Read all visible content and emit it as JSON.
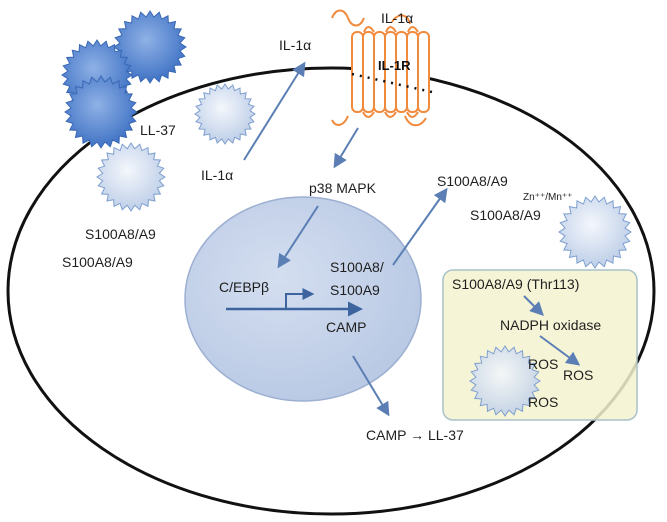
{
  "colors": {
    "membrane": "#111111",
    "nucleus_fill": "#c7d4ea",
    "nucleus_stroke": "#9db0d2",
    "box_fill": "#f3f2cf",
    "box_stroke": "#a9c2c9",
    "arrow": "#5b7fb4",
    "receptor": "#f08a3c",
    "protein_dark": "#4f7fcc",
    "protein_light": "#dbe4f2",
    "protein_stroke": "#7f9fcf"
  },
  "labels": {
    "il1a_top_receptor": "IL-1α",
    "il1r": "IL-1R",
    "il1a_outside": "IL-1α",
    "il1a_inside": "IL-1α",
    "ll37_outside": "LL-37",
    "s100_outside_1": "S100A8/A9",
    "s100_outside_2": "S100A8/A9",
    "p38": "p38 MAPK",
    "cebpb": "C/EBPβ",
    "s100_gene_1": "S100A8/",
    "s100_gene_2": "S100A9",
    "camp_gene": "CAMP",
    "s100_secreted_1": "S100A8/A9",
    "zn_mn": "Zn⁺⁺/Mn⁺⁺",
    "s100_secreted_2": "S100A8/A9",
    "s100_thr113": "S100A8/A9 (Thr113)",
    "nadph": "NADPH oxidase",
    "ros_1": "ROS",
    "ros_2": "ROS",
    "ros_3": "ROS",
    "camp_ll37": "CAMP → LL-37"
  }
}
